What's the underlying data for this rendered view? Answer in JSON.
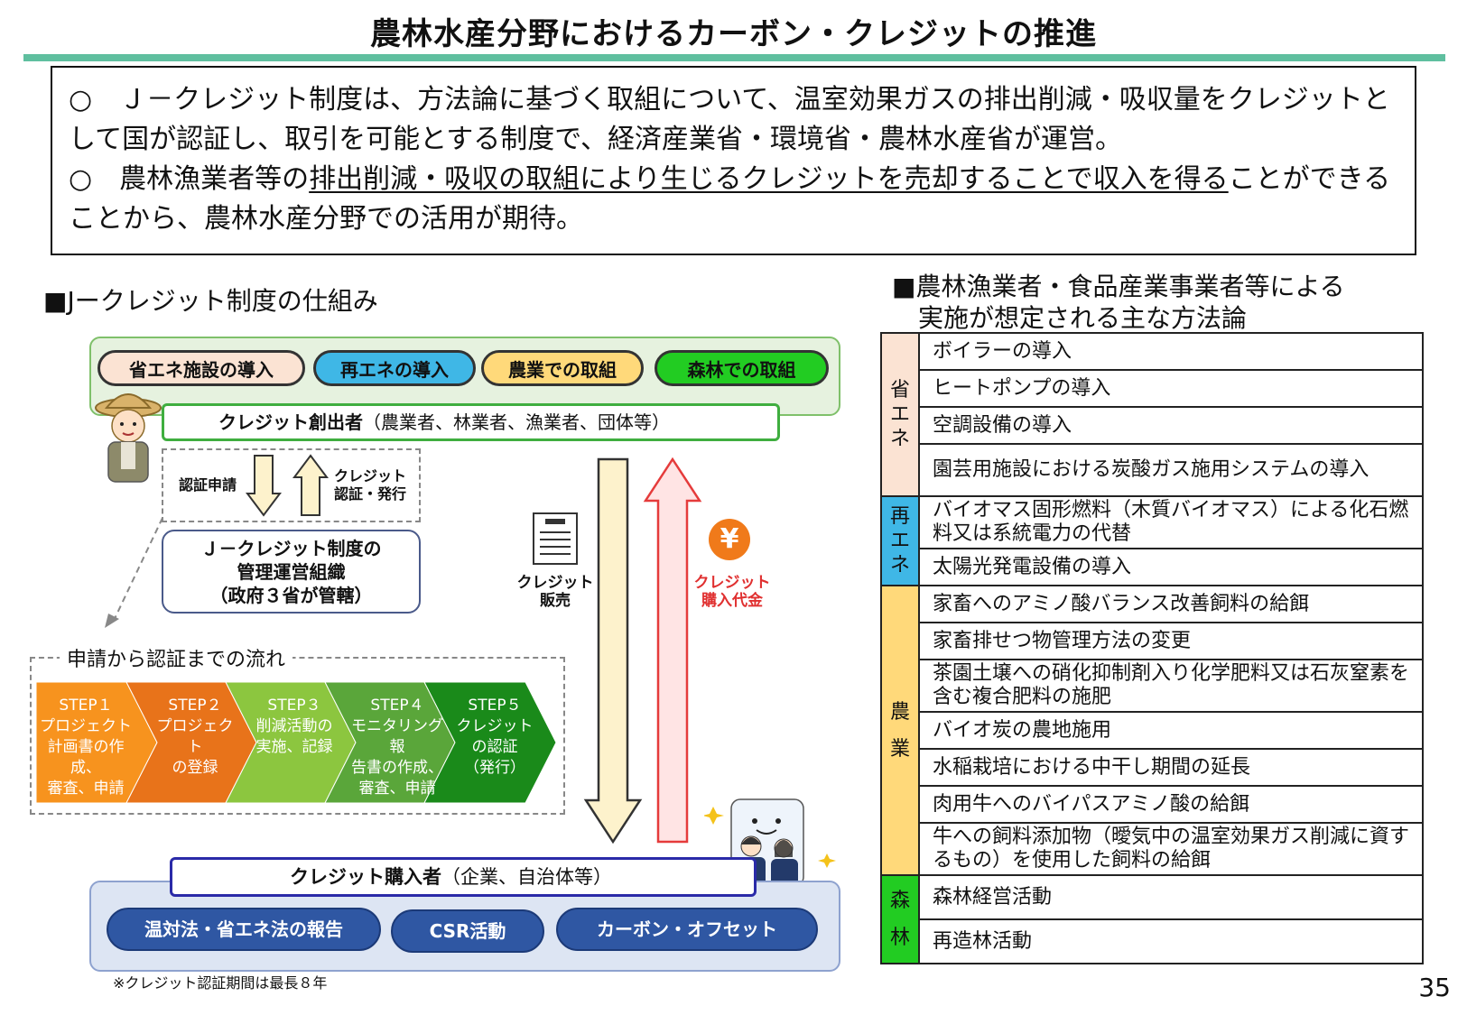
{
  "title": "農林水産分野におけるカーボン・クレジットの推進",
  "intro": {
    "p1": "○　Ｊ－クレジット制度は、方法論に基づく取組について、温室効果ガスの排出削減・吸収量をクレジットとして国が認証し、取引を可能とする制度で、経済産業省・環境省・農林水産省が運営。",
    "p2_pre": "○　農林漁業者等の",
    "p2_u1": "排出削減・吸収の取組により生じるクレジットを売却することで収入を得る",
    "p2_post": "ことができることから、農林水産分野での活用が期待。"
  },
  "left_heading": "■Jークレジット制度の仕組み",
  "right_heading_1": "■農林漁業者・食品産業事業者等による",
  "right_heading_2": "実施が想定される主な方法論",
  "activities": [
    {
      "label": "省エネ施設の導入",
      "color": "#fbe3d3"
    },
    {
      "label": "再エネの導入",
      "color": "#3fb7e6"
    },
    {
      "label": "農業での取組",
      "color": "#ffd97a"
    },
    {
      "label": "森林での取組",
      "color": "#22cc22"
    }
  ],
  "creator": {
    "bold": "クレジット創出者",
    "rest": "（農業者、林業者、漁業者、団体等）"
  },
  "apply_label": "認証申請",
  "issue_label_1": "クレジット",
  "issue_label_2": "認証・発行",
  "org_lines": [
    "Ｊ－クレジット制度の",
    "管理運営組織",
    "（政府３省が管轄）"
  ],
  "sale_label_1": "クレジット",
  "sale_label_2": "販売",
  "purchase_label_1": "クレジット",
  "purchase_label_2": "購入代金",
  "yen_symbol": "¥",
  "flow_title": "申請から認証までの流れ",
  "steps": [
    {
      "l1": "STEP１",
      "l2": "プロジェクト",
      "l3": "計画書の作成、",
      "l4": "審査、申請",
      "color": "#f7931e"
    },
    {
      "l1": "STEP２",
      "l2": "プロジェクト",
      "l3": "の登録",
      "l4": "",
      "color": "#e8731a"
    },
    {
      "l1": "STEP３",
      "l2": "削減活動の",
      "l3": "実施、記録",
      "l4": "",
      "color": "#8cc63f"
    },
    {
      "l1": "STEP４",
      "l2": "モニタリング報",
      "l3": "告書の作成、",
      "l4": "審査、申請",
      "color": "#5aa63a"
    },
    {
      "l1": "STEP５",
      "l2": "クレジット",
      "l3": "の認証",
      "l4": "（発行）",
      "color": "#1a8a1a"
    }
  ],
  "buyer": {
    "bold": "クレジット購入者",
    "rest": "（企業、自治体等）"
  },
  "uses": [
    "温対法・省エネ法の報告",
    "CSR活動",
    "カーボン・オフセット"
  ],
  "note": "※クレジット認証期間は最長８年",
  "methods": [
    {
      "category": "省エネ",
      "color": "#fbe3d3",
      "items": [
        "ボイラーの導入",
        "ヒートポンプの導入",
        "空調設備の導入",
        "園芸用施設における炭酸ガス施用システムの導入"
      ]
    },
    {
      "category": "再エネ",
      "color": "#3fb7e6",
      "items": [
        "バイオマス固形燃料（木質バイオマス）による化石燃料又は系統電力の代替",
        "太陽光発電設備の導入"
      ]
    },
    {
      "category": "農業",
      "color": "#ffd97a",
      "items": [
        "家畜へのアミノ酸バランス改善飼料の給餌",
        "家畜排せつ物管理方法の変更",
        "茶園土壌への硝化抑制剤入り化学肥料又は石灰窒素を含む複合肥料の施肥",
        "バイオ炭の農地施用",
        "水稲栽培における中干し期間の延長",
        "肉用牛へのバイパスアミノ酸の給餌",
        "牛への飼料添加物（曖気中の温室効果ガス削減に資するもの）を使用した飼料の給餌"
      ]
    },
    {
      "category": "森林",
      "color": "#22cc22",
      "items": [
        "森林経営活動",
        "再造林活動"
      ]
    }
  ],
  "page_number": "35"
}
